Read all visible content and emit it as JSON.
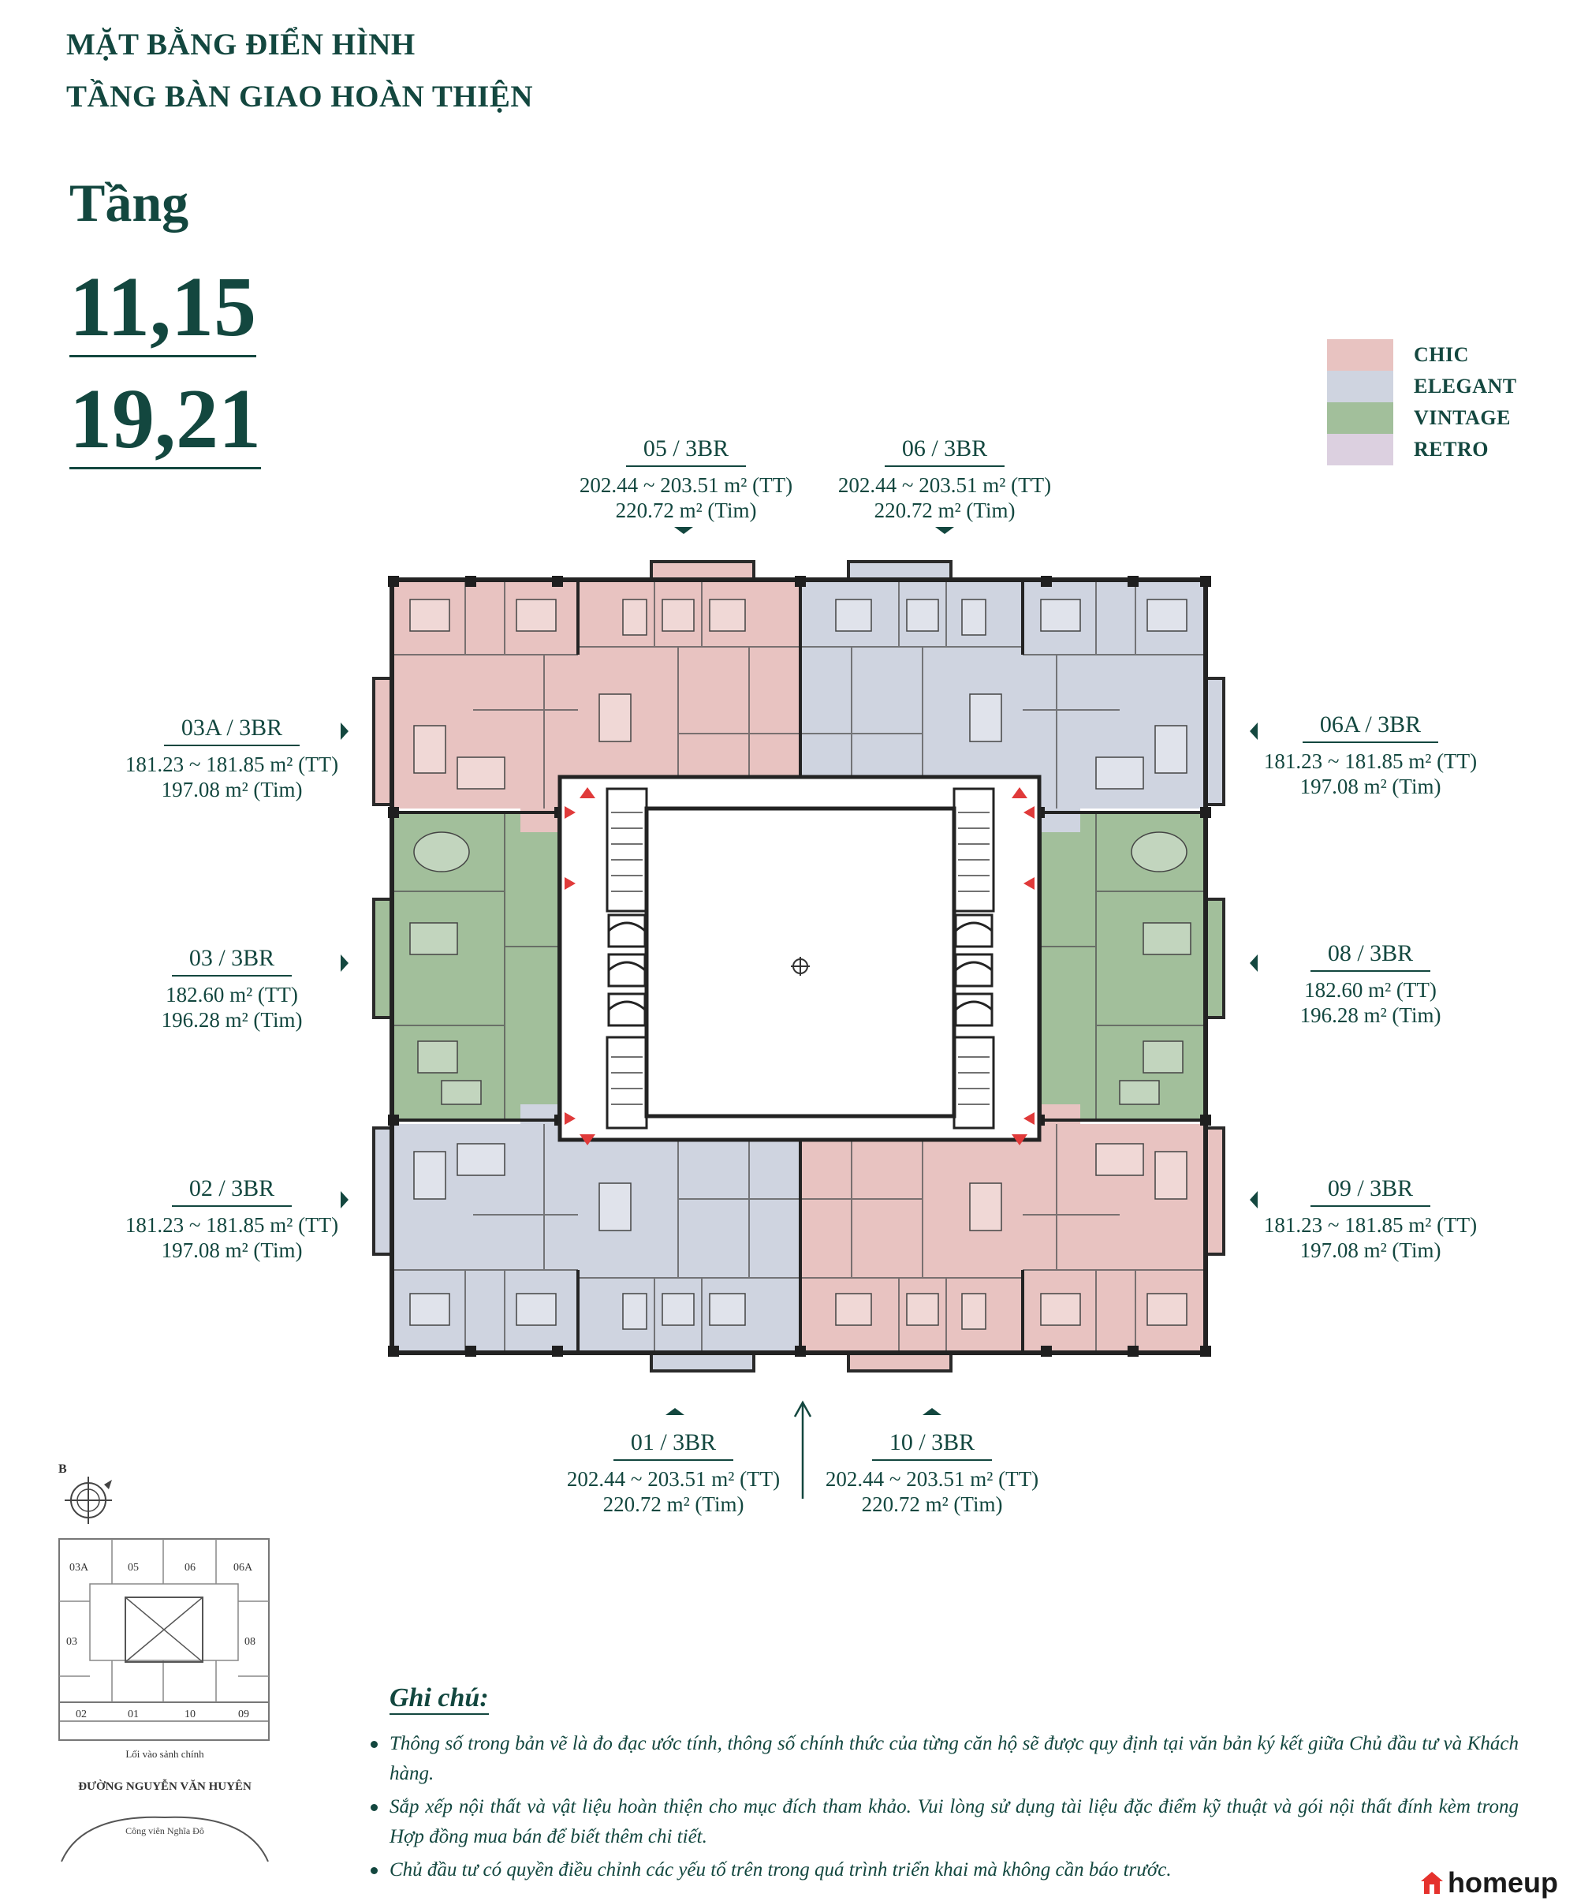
{
  "header": {
    "line1": "MẶT BẰNG ĐIỂN HÌNH",
    "line2": "TẦNG BÀN GIAO HOÀN THIỆN",
    "floor_label": "Tầng",
    "floors_1": "11,15",
    "floors_2": "19,21"
  },
  "legend": [
    {
      "label": "CHIC",
      "color": "#e8c3c1"
    },
    {
      "label": "ELEGANT",
      "color": "#cfd4e0"
    },
    {
      "label": "VINTAGE",
      "color": "#a2bf9b"
    },
    {
      "label": "RETRO",
      "color": "#dcd0e0"
    }
  ],
  "units": {
    "u05": {
      "name": "05 / 3BR",
      "area_tt": "202.44 ~ 203.51 m² (TT)",
      "area_tim": "220.72 m² (Tim)"
    },
    "u06": {
      "name": "06 / 3BR",
      "area_tt": "202.44 ~ 203.51 m² (TT)",
      "area_tim": "220.72 m² (Tim)"
    },
    "u03a": {
      "name": "03A / 3BR",
      "area_tt": "181.23 ~ 181.85 m² (TT)",
      "area_tim": "197.08 m² (Tim)"
    },
    "u06a": {
      "name": "06A / 3BR",
      "area_tt": "181.23 ~ 181.85 m² (TT)",
      "area_tim": "197.08 m² (Tim)"
    },
    "u03": {
      "name": "03 / 3BR",
      "area_tt": "182.60 m² (TT)",
      "area_tim": "196.28 m² (Tim)"
    },
    "u08": {
      "name": "08 / 3BR",
      "area_tt": "182.60 m² (TT)",
      "area_tim": "196.28 m² (Tim)"
    },
    "u02": {
      "name": "02 / 3BR",
      "area_tt": "181.23 ~ 181.85 m² (TT)",
      "area_tim": "197.08 m² (Tim)"
    },
    "u09": {
      "name": "09 / 3BR",
      "area_tt": "181.23 ~ 181.85 m² (TT)",
      "area_tim": "197.08 m² (Tim)"
    },
    "u01": {
      "name": "01 / 3BR",
      "area_tt": "202.44 ~ 203.51 m² (TT)",
      "area_tim": "220.72 m² (Tim)"
    },
    "u10": {
      "name": "10 / 3BR",
      "area_tt": "202.44 ~ 203.51 m² (TT)",
      "area_tim": "220.72 m² (Tim)"
    }
  },
  "keyplan": {
    "north": "B",
    "top_row": [
      "03A",
      "05",
      "06",
      "06A"
    ],
    "left": "03",
    "right": "08",
    "bottom_row": [
      "02",
      "01",
      "10",
      "09"
    ],
    "entrance": "Lối vào sảnh chính",
    "street": "ĐƯỜNG NGUYỄN VĂN HUYÊN",
    "park": "Công viên Nghĩa Đô"
  },
  "notes": {
    "title": "Ghi chú:",
    "items": [
      "Thông số trong bản vẽ là đo đạc ước tính, thông số chính thức của từng căn hộ sẽ được quy định tại văn bản ký kết giữa Chủ đầu tư và Khách hàng.",
      "Sắp xếp nội thất và vật liệu hoàn thiện cho mục đích tham khảo. Vui lòng sử dụng tài liệu đặc điểm kỹ thuật và gói nội thất đính kèm trong Hợp đồng mua bán để biết thêm chi tiết.",
      "Chủ đầu tư có quyền điều chỉnh các yếu tố trên trong quá trình triển khai mà không cần báo trước."
    ]
  },
  "brand": "homeup"
}
